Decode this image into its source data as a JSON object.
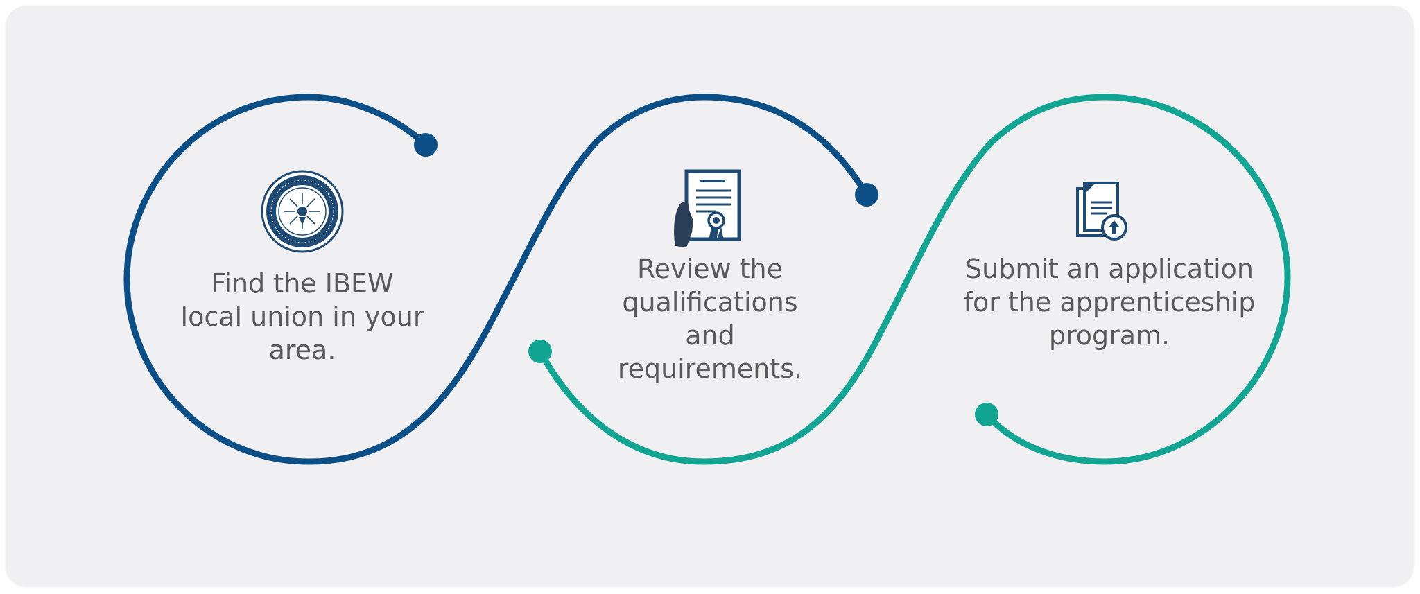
{
  "steps": [
    {
      "text": "Find the IBEW\nlocal union in your\narea.",
      "icon": "ibew-seal-icon"
    },
    {
      "text": "Review the\nqualifications\nand\nrequirements.",
      "icon": "certificate-in-hand-icon"
    },
    {
      "text": "Submit an application\nfor the apprenticeship\nprogram.",
      "icon": "document-upload-icon"
    }
  ],
  "colors": {
    "navy": "#0b4f86",
    "teal": "#12a594",
    "text": "#5a5a5a",
    "background": "#f0eff1"
  }
}
